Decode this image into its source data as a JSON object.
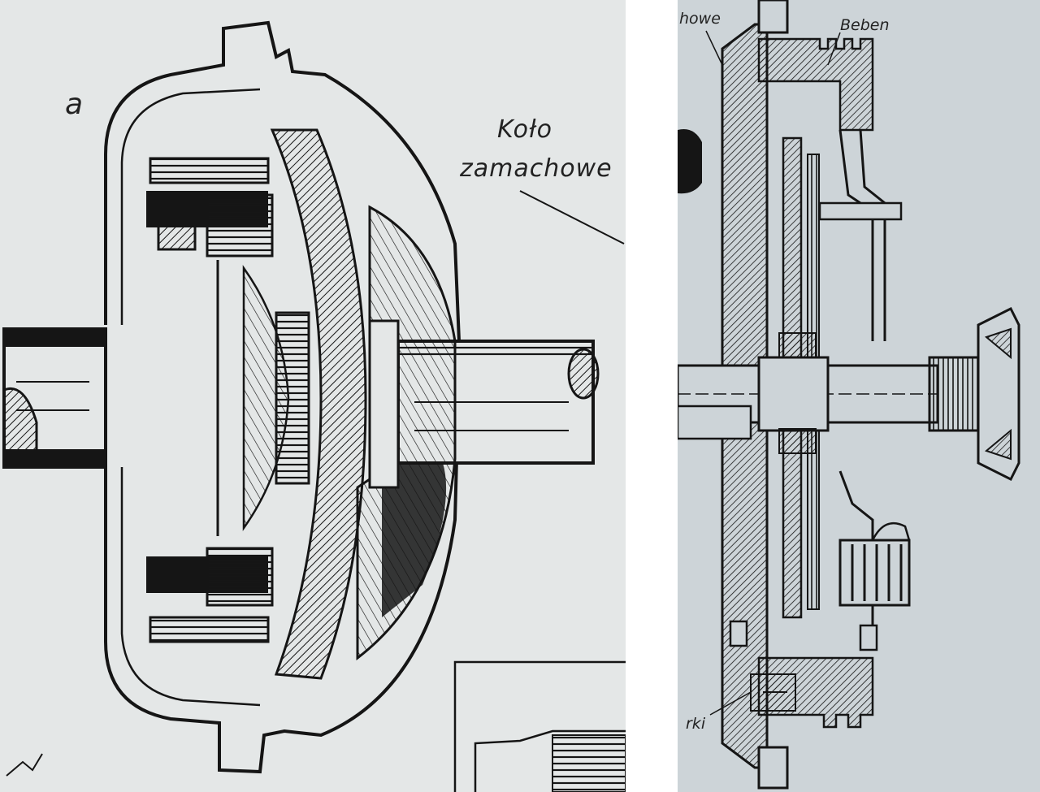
{
  "left_figure": {
    "panel_letter": "a",
    "label_line1": "Koło",
    "label_line2": "zamachowe"
  },
  "right_figure": {
    "label_top_left": "howe",
    "label_top_right": "Beben",
    "label_bottom_left": "rki"
  },
  "colors": {
    "paper_left": "#e4e7e7",
    "paper_right": "#cdd4d8",
    "ink": "#151515"
  }
}
